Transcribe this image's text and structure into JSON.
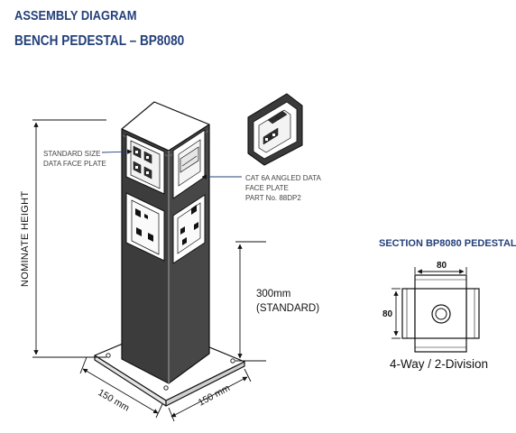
{
  "header": {
    "title": "ASSEMBLY DIAGRAM",
    "subtitle": "BENCH PEDESTAL – BP8080"
  },
  "callouts": {
    "data_plate": [
      "STANDARD SIZE",
      "DATA FACE PLATE"
    ],
    "cat6": [
      "CAT 6A ANGLED DATA",
      "FACE PLATE",
      "PART No. 88DP2"
    ]
  },
  "dimensions": {
    "height_label": "NOMINATE HEIGHT",
    "standard_height": [
      "300mm",
      "(STANDARD)"
    ],
    "base_width_left": "150 mm",
    "base_width_right": "150 mm"
  },
  "section": {
    "title": "SECTION BP8080 PEDESTAL",
    "width": "80",
    "depth": "80",
    "caption": "4-Way / 2-Division"
  },
  "colors": {
    "heading": "#24407a",
    "line": "#111111"
  }
}
